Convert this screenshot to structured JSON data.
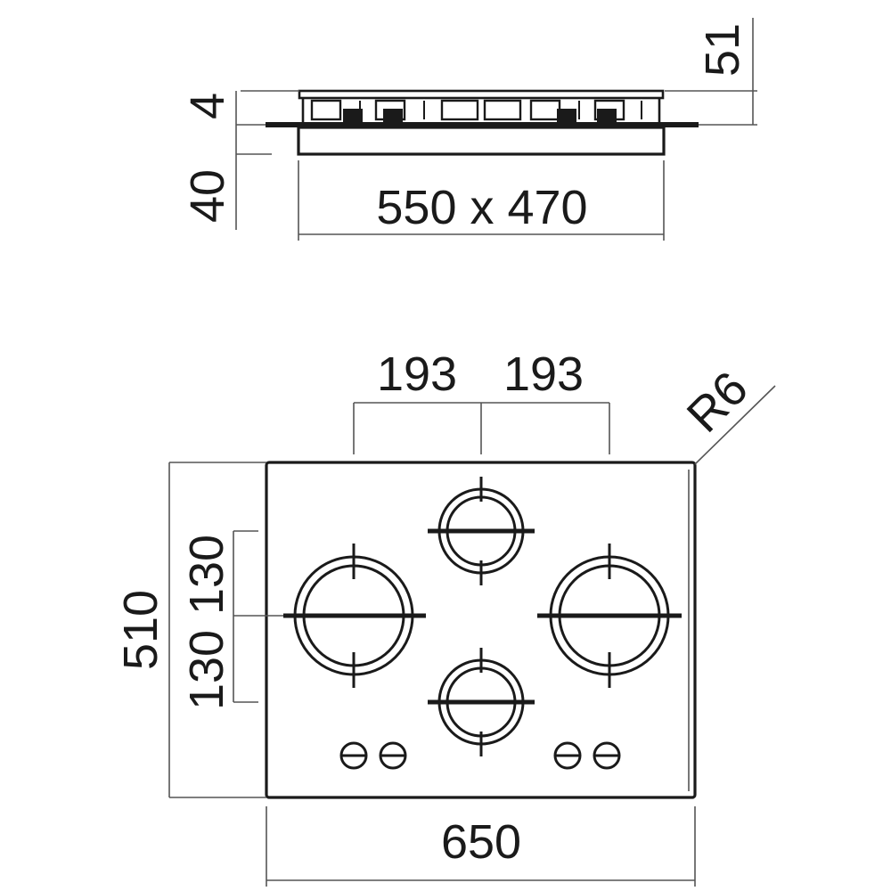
{
  "side_view": {
    "height_above_label": "51",
    "glass_thickness_label": "4",
    "depth_below_label": "40",
    "cutout_label": "550 x 470"
  },
  "top_view": {
    "spacing_left_label": "193",
    "spacing_right_label": "193",
    "corner_radius_label": "R6",
    "depth_label": "510",
    "upper_offset_label": "130",
    "lower_offset_label": "130",
    "width_label": "650"
  }
}
